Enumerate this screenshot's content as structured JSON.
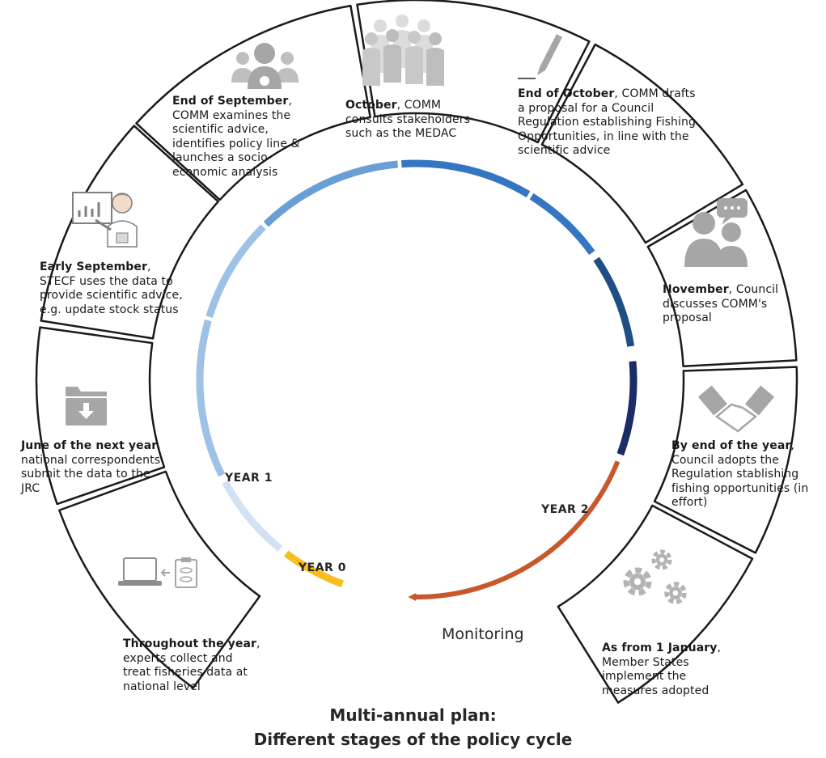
{
  "title": {
    "line1": "Multi-annual plan:",
    "line2": "Different stages of the policy cycle"
  },
  "stages": [
    {
      "id": "throughout-the-year",
      "icon": "laptop-clipboard-icon",
      "bold": "Throughout the year",
      "text": ", experts collect and treat fisheries data at national level"
    },
    {
      "id": "june-next-year",
      "icon": "folder-download-icon",
      "bold": "June of the next year",
      "text": ", national correspondents submit the data to the JRC"
    },
    {
      "id": "early-september",
      "icon": "presenter-chart-icon",
      "bold": "Early September",
      "text": ", STECF uses the data to provide scientific advice, e.g. update stock status"
    },
    {
      "id": "end-of-september",
      "icon": "team-meeting-icon",
      "bold": "End of September",
      "text": ", COMM examines the scientific advice, identifies policy line & launches a socio-economic analysis"
    },
    {
      "id": "october",
      "icon": "crowd-icon",
      "bold": "October",
      "text": ", COMM consults stakeholders such as the MEDAC"
    },
    {
      "id": "end-of-october",
      "icon": "pen-icon",
      "bold": "End of October",
      "text": ", COMM drafts a proposal for a Council Regulation establishing Fishing Opportunities, in line with the scientific advice"
    },
    {
      "id": "november",
      "icon": "discussion-icon",
      "bold": "November",
      "text": ", Council discusses COMM's proposal"
    },
    {
      "id": "by-end-of-year",
      "icon": "handshake-icon",
      "bold": "By end of the year",
      "text": ", Council adopts the Regulation stablishing fishing opportunities (in effort)"
    },
    {
      "id": "as-from-1-january",
      "icon": "gears-icon",
      "bold": "As from 1 January",
      "text": ", Member States implement the measures adopted"
    }
  ],
  "years": {
    "year0": "YEAR 0",
    "year1": "YEAR 1",
    "year2": "YEAR 2"
  },
  "monitoring": "Monitoring",
  "colors": {
    "year0": "#f8bd1f",
    "year1_light": "#d2e2f2",
    "year1_mid": "#9ec1e6",
    "year1_blue": "#6a9fd6",
    "blue_main": "#3476c2",
    "navy": "#1f4e82",
    "dark_navy": "#1b2c66",
    "year2": "#c8582b",
    "icon_gray": "#a6a6a6",
    "border": "#1a1a1a"
  }
}
